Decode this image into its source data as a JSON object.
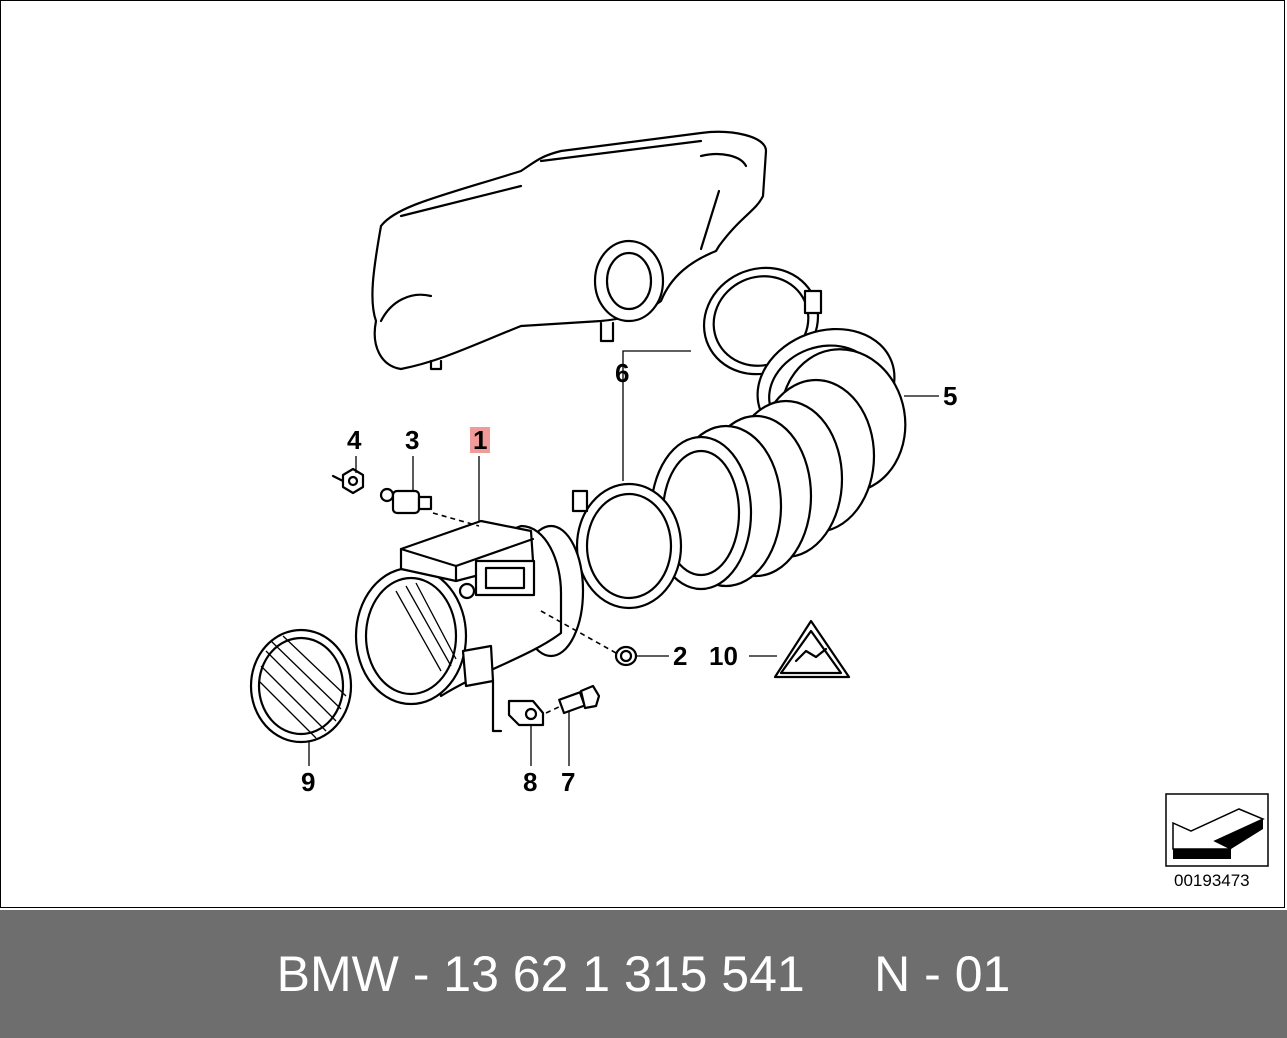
{
  "callouts": {
    "c1": "1",
    "c2": "2",
    "c3": "3",
    "c4": "4",
    "c5": "5",
    "c6": "6",
    "c7": "7",
    "c8": "8",
    "c9": "9",
    "c10": "10"
  },
  "highlighted_callout": "1",
  "highlight_color": "#f19a9a",
  "reference_number": "00193473",
  "nav_icon": "arrow-bottom-left-icon",
  "footer": {
    "text": "BMW - 13 62 1 315 541     N - 01",
    "background_color": "#6e6e6e",
    "text_color": "#ffffff"
  }
}
